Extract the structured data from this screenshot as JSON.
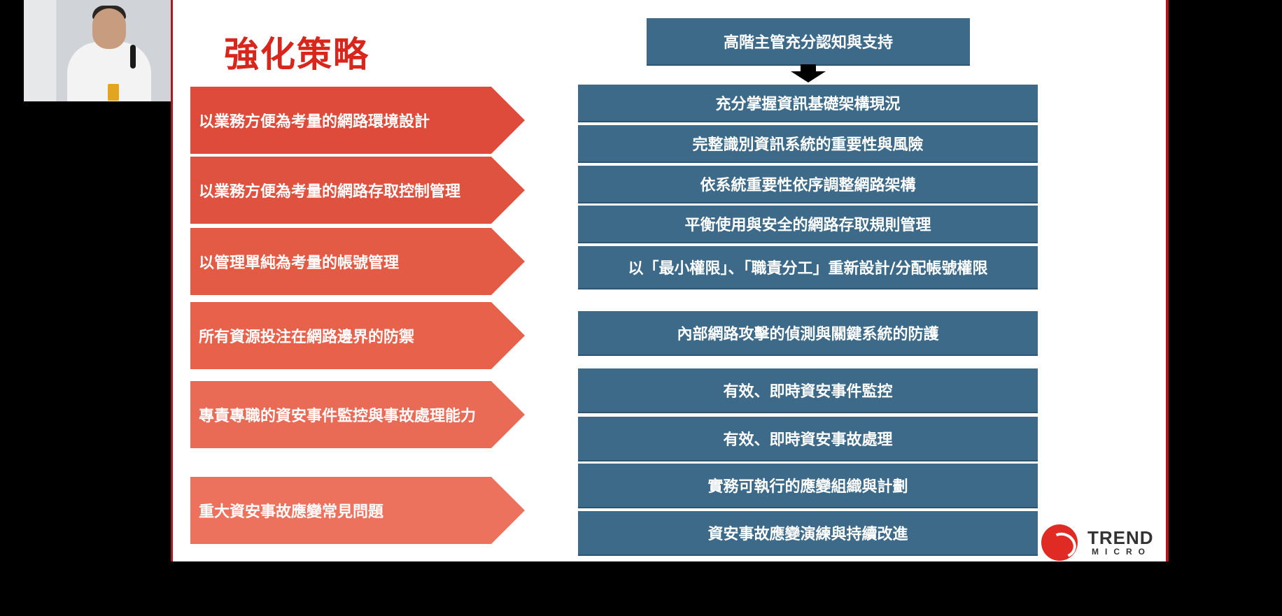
{
  "slide": {
    "title": "強化策略",
    "left_items": [
      {
        "label": "以業務方便為考量的網路環境設計",
        "color": "#df4b3a"
      },
      {
        "label": "以業務方便為考量的網路存取控制管理",
        "color": "#e05240"
      },
      {
        "label": "以管理單純為考量的帳號管理",
        "color": "#e35a45"
      },
      {
        "label": "所有資源投注在網路邊界的防禦",
        "color": "#e8614b"
      },
      {
        "label": "專責專職的資安事件監控與事故處理能力",
        "color": "#e96a55"
      },
      {
        "label": "重大資安事故應變常見問題",
        "color": "#ec725e"
      }
    ],
    "top_box": "高階主管充分認知與支持",
    "right_items": [
      "充分掌握資訊基礎架構現況",
      "完整識別資訊系統的重要性與風險",
      "依系統重要性依序調整網路架構",
      "平衡使用與安全的網路存取規則管理",
      "以「最小權限」、「職責分工」重新設計/分配帳號權限",
      "內部網路攻擊的偵測與關鍵系統的防護",
      "有效、即時資安事件監控",
      "有效、即時資安事故處理",
      "實務可執行的應變組織與計劃",
      "資安事故應變演練與持續改進"
    ],
    "logo": {
      "line1": "TREND",
      "line2": "MICRO"
    }
  }
}
